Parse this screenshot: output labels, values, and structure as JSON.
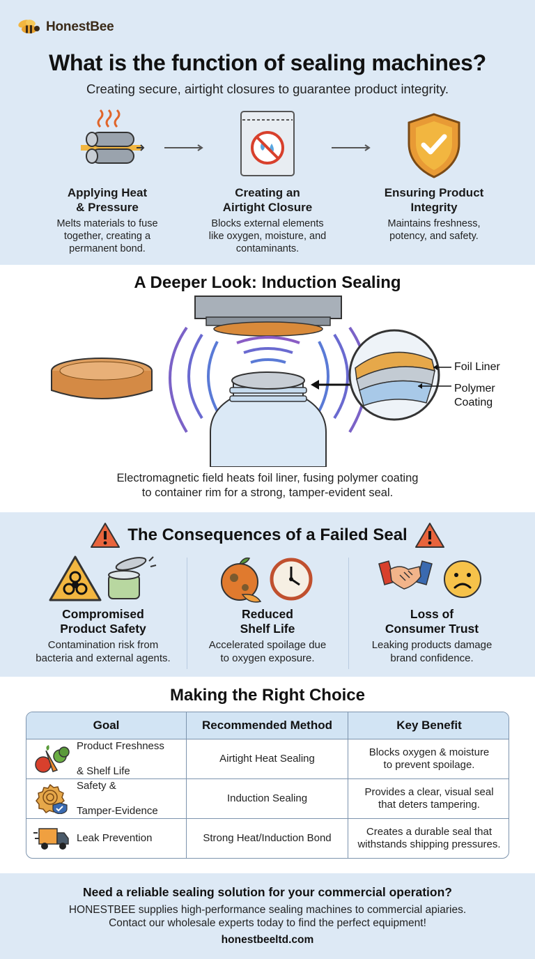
{
  "brand": {
    "name": "HonestBee"
  },
  "header": {
    "title": "What is the function of sealing machines?",
    "subtitle": "Creating secure, airtight closures to guarantee product integrity."
  },
  "steps": [
    {
      "icon": "heated-rollers-icon",
      "title_line1": "Applying Heat",
      "title_line2": "& Pressure",
      "desc_line1": "Melts materials to fuse",
      "desc_line2": "together, creating a",
      "desc_line3": "permanent bond."
    },
    {
      "icon": "sealed-bag-icon",
      "title_line1": "Creating an",
      "title_line2": "Airtight Closure",
      "desc_line1": "Blocks external elements",
      "desc_line2": "like oxygen, moisture, and",
      "desc_line3": "contaminants."
    },
    {
      "icon": "shield-check-icon",
      "title_line1": "Ensuring Product",
      "title_line2": "Integrity",
      "desc_line1": "Maintains freshness,",
      "desc_line2": "potency, and safety.",
      "desc_line3": ""
    }
  ],
  "induction": {
    "title": "A Deeper Look: Induction Sealing",
    "labels": {
      "foil": "Foil Liner",
      "polymer_line1": "Polymer",
      "polymer_line2": "Coating"
    },
    "caption_line1": "Electromagnetic field heats foil liner, fusing polymer coating",
    "caption_line2": "to container rim for a strong, tamper-evident seal."
  },
  "consequences": {
    "title": "The Consequences of a Failed Seal",
    "items": [
      {
        "icon": "biohazard-icon",
        "title_line1": "Compromised",
        "title_line2": "Product Safety",
        "desc_line1": "Contamination risk from",
        "desc_line2": "bacteria and external agents."
      },
      {
        "icon": "spoiled-fruit-clock-icon",
        "title_line1": "Reduced",
        "title_line2": "Shelf Life",
        "desc_line1": "Accelerated spoilage due",
        "desc_line2": "to oxygen exposure."
      },
      {
        "icon": "handshake-sad-face-icon",
        "title_line1": "Loss of",
        "title_line2": "Consumer Trust",
        "desc_line1": "Leaking products damage",
        "desc_line2": "brand confidence."
      }
    ]
  },
  "choice": {
    "title": "Making the Right Choice",
    "headers": [
      "Goal",
      "Recommended Method",
      "Key Benefit"
    ],
    "rows": [
      {
        "icon": "produce-icon",
        "goal_line1": "Product Freshness",
        "goal_line2": "& Shelf Life",
        "method": "Airtight Heat Sealing",
        "benefit_line1": "Blocks oxygen & moisture",
        "benefit_line2": "to prevent spoilage."
      },
      {
        "icon": "tamper-seal-icon",
        "goal_line1": "Safety &",
        "goal_line2": "Tamper-Evidence",
        "method": "Induction Sealing",
        "benefit_line1": "Provides a clear, visual seal",
        "benefit_line2": "that deters tampering."
      },
      {
        "icon": "delivery-truck-icon",
        "goal_line1": "Leak Prevention",
        "goal_line2": "",
        "method": "Strong Heat/Induction Bond",
        "benefit_line1": "Creates a durable seal that",
        "benefit_line2": "withstands shipping pressures."
      }
    ]
  },
  "footer": {
    "cta_title": "Need a reliable sealing solution for your commercial operation?",
    "body_line1": "HONESTBEE supplies high-performance sealing machines to commercial apiaries.",
    "body_line2": "Contact our wholesale experts today to find the perfect equipment!",
    "url": "honestbeeltd.com"
  },
  "colors": {
    "background_blue": "#dde9f5",
    "accent_orange": "#e08a2a",
    "warning_red": "#d8402c",
    "table_border": "#7c93ad"
  }
}
